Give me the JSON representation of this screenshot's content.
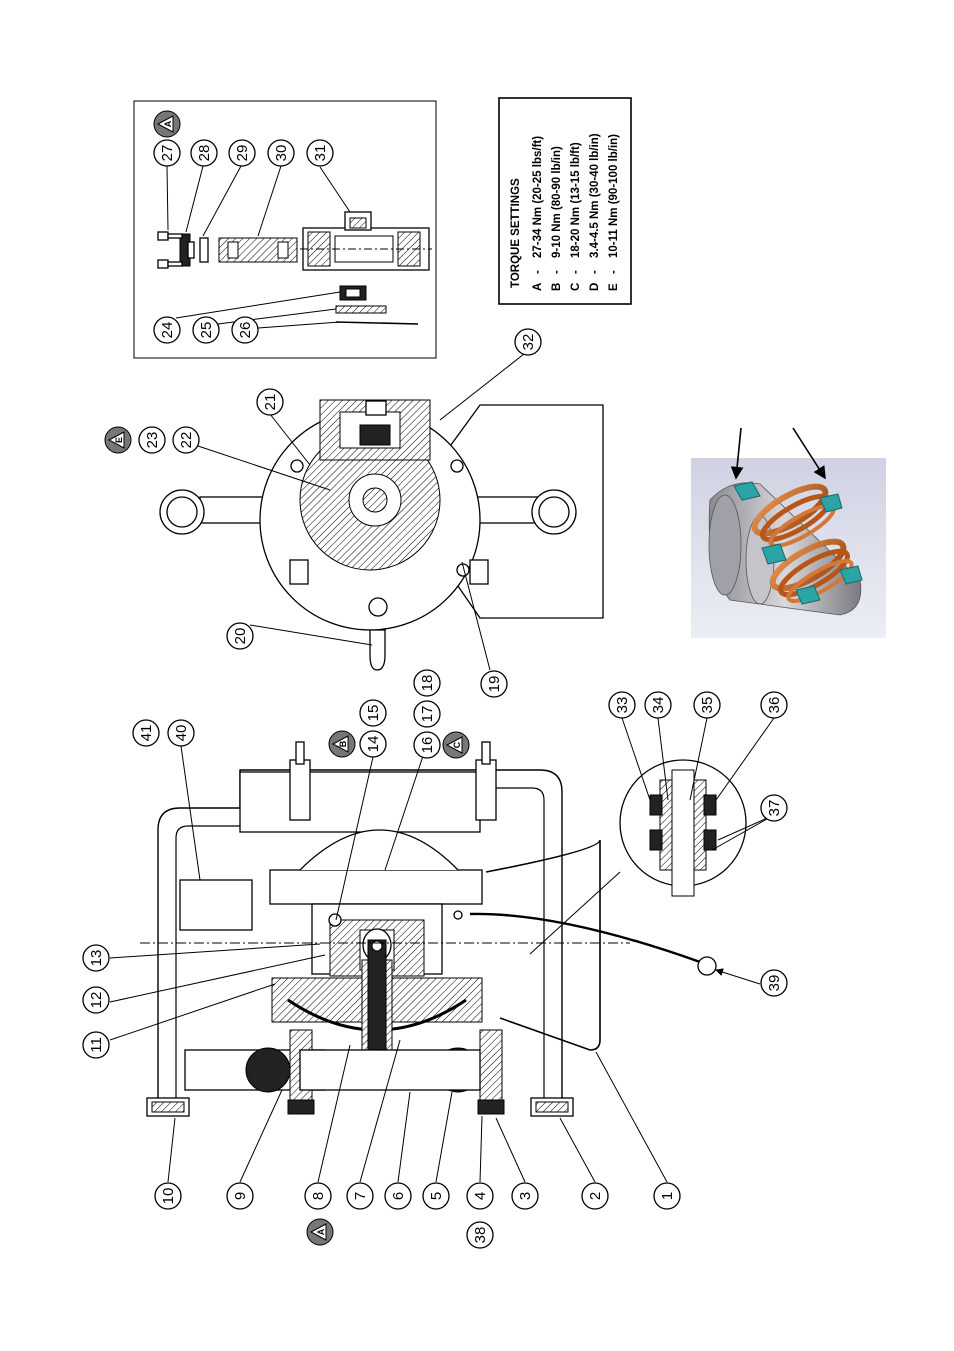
{
  "torque": {
    "title": "TORQUE SETTINGS",
    "rows": [
      {
        "key": "A",
        "value": "27-34 Nm (20-25 lbs/ft)"
      },
      {
        "key": "B",
        "value": "9-10 Nm (80-90 lb/in)"
      },
      {
        "key": "C",
        "value": "18-20 Nm (13-15 lb/ft)"
      },
      {
        "key": "D",
        "value": "3.4-4.5 Nm (30-40 lb/in)"
      },
      {
        "key": "E",
        "value": "10-11 Nm (90-100 lb/in)"
      }
    ],
    "dash": "-"
  },
  "callouts": {
    "c1": "1",
    "c2": "2",
    "c3": "3",
    "c4": "4",
    "c5": "5",
    "c6": "6",
    "c7": "7",
    "c8": "8",
    "c9": "9",
    "c10": "10",
    "c11": "11",
    "c12": "12",
    "c13": "13",
    "c14": "14",
    "c15": "15",
    "c16": "16",
    "c17": "17",
    "c18": "18",
    "c19": "19",
    "c20": "20",
    "c21": "21",
    "c22": "22",
    "c23": "23",
    "c24": "24",
    "c25": "25",
    "c26": "26",
    "c27": "27",
    "c28": "28",
    "c29": "29",
    "c30": "30",
    "c31": "31",
    "c32": "32",
    "c33": "33",
    "c34": "34",
    "c35": "35",
    "c36": "36",
    "c37": "37",
    "c38": "38",
    "c39": "39",
    "c40": "40",
    "c41": "41"
  },
  "torque_markers": {
    "m27": "A",
    "m23": "E",
    "m14": "B",
    "m16": "C",
    "m8": "A"
  },
  "colors": {
    "coil": "#c8641e",
    "seal": "#2aa4a4",
    "render_bg": "#dcdde8"
  }
}
